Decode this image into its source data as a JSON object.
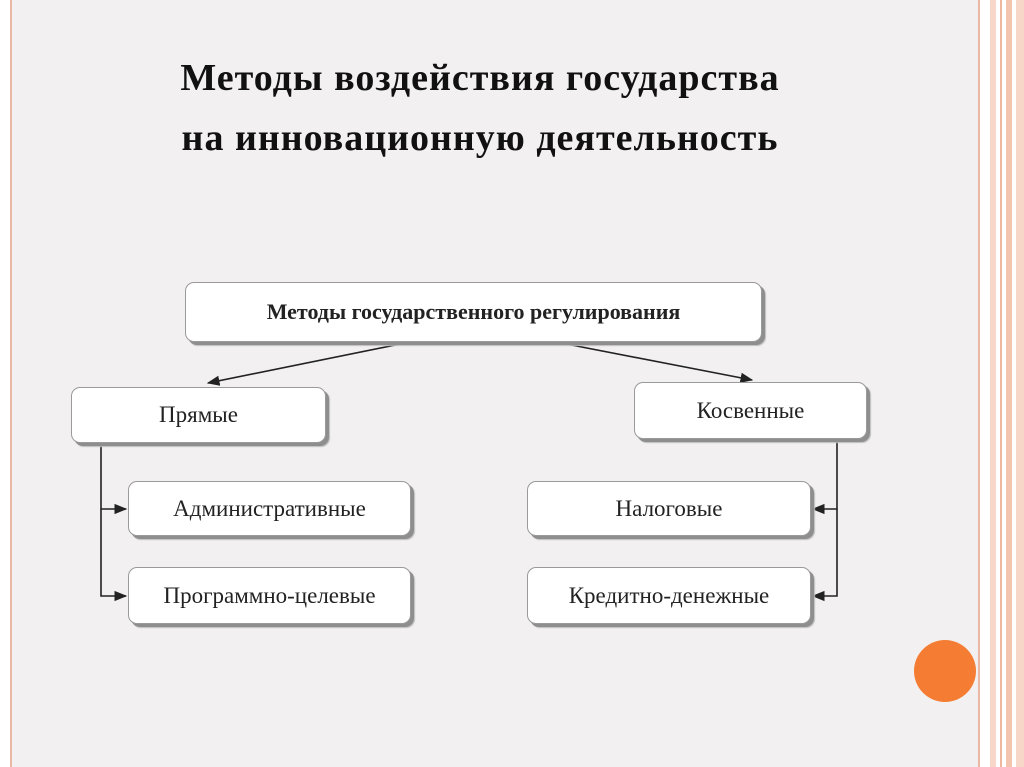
{
  "slide": {
    "title_line1": "Методы воздействия государства",
    "title_line2": "на инновационную деятельность"
  },
  "diagram": {
    "root": "Методы государственного регулирования",
    "left": {
      "label": "Прямые",
      "children": [
        "Административные",
        "Программно-целевые"
      ]
    },
    "right": {
      "label": "Косвенные",
      "children": [
        "Налоговые",
        "Кредитно-денежные"
      ]
    }
  },
  "colors": {
    "accent_circle": "#f47d33",
    "border_stripe": "#e9b9a6",
    "background": "#f2f0f0"
  }
}
